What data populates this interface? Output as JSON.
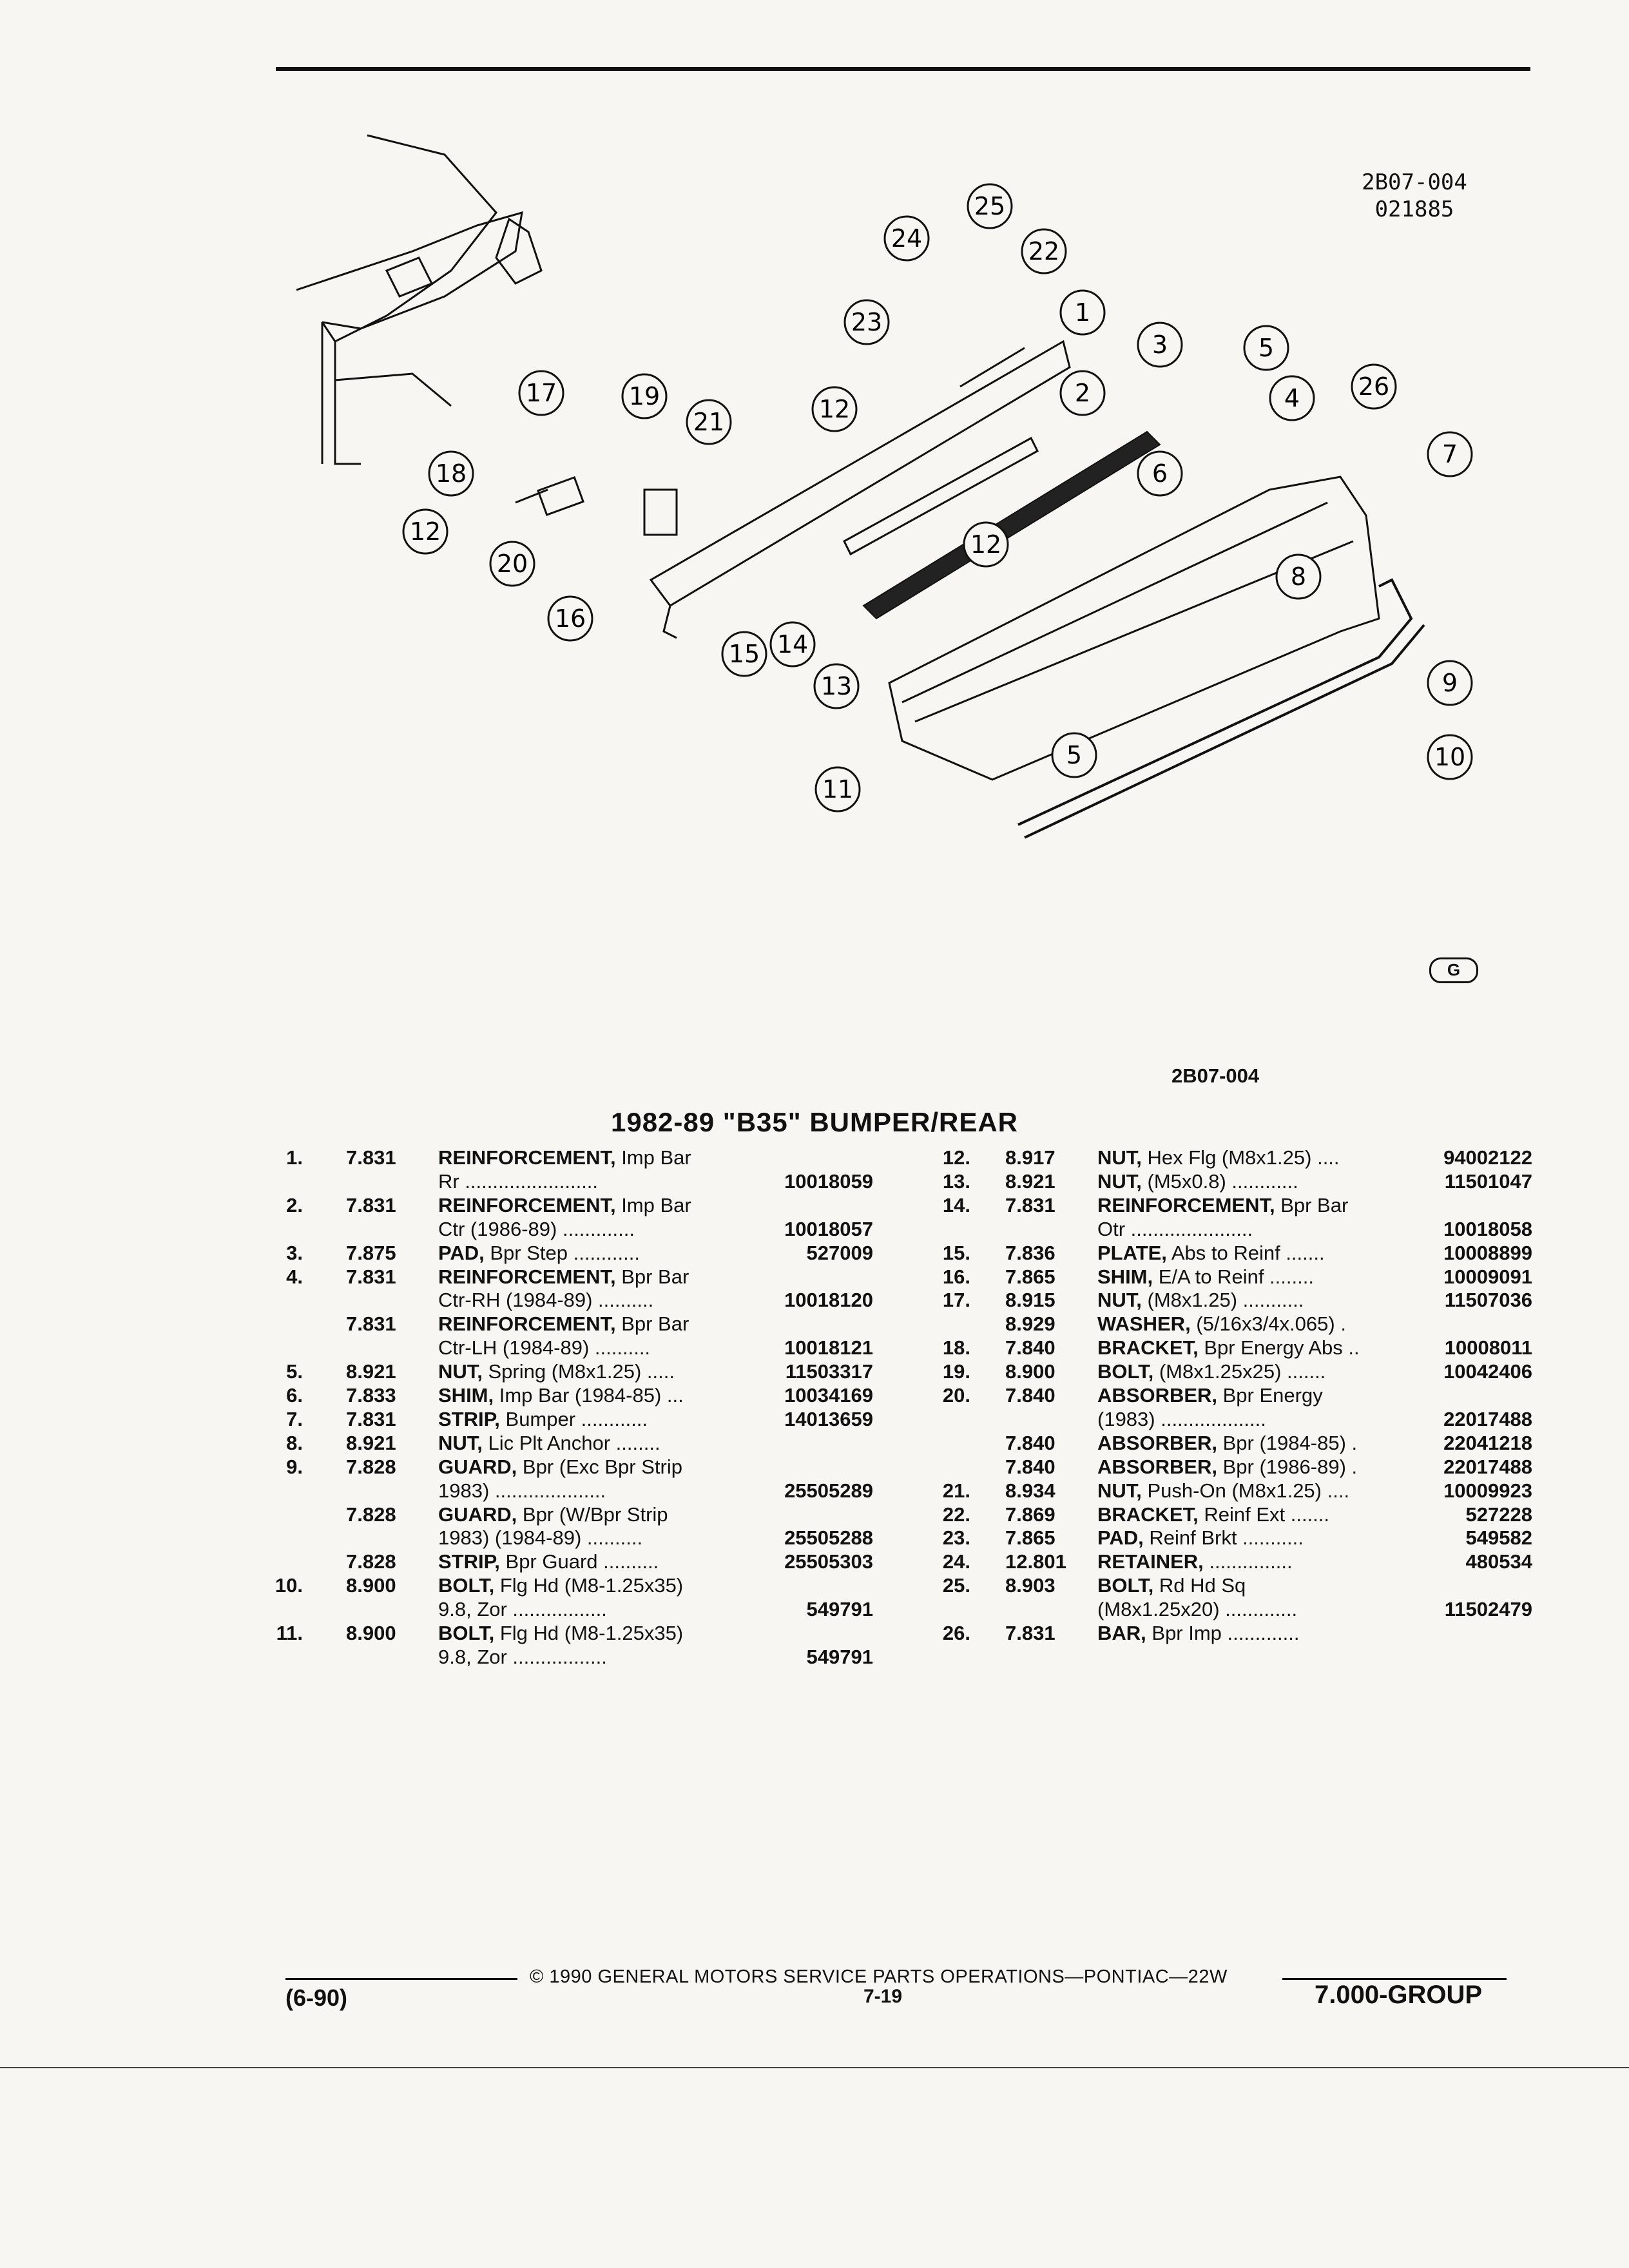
{
  "diagram_ref": {
    "line1": "2B07-004",
    "line2": "021885"
  },
  "figure_code": "2B07-004",
  "logo": "G",
  "title": "1982-89 \"B35\" BUMPER/REAR",
  "callouts": [
    "1",
    "2",
    "3",
    "4",
    "5",
    "6",
    "7",
    "8",
    "9",
    "10",
    "11",
    "12",
    "13",
    "14",
    "15",
    "16",
    "17",
    "18",
    "19",
    "20",
    "21",
    "22",
    "23",
    "24",
    "25",
    "26"
  ],
  "parts_left": [
    {
      "num": "1.",
      "cat": "7.831",
      "name": "REINFORCEMENT,",
      "desc": " Imp Bar",
      "pn": ""
    },
    {
      "num": "",
      "cat": "",
      "name": "",
      "desc": "Rr ........................",
      "pn": "10018059"
    },
    {
      "num": "2.",
      "cat": "7.831",
      "name": "REINFORCEMENT,",
      "desc": " Imp Bar",
      "pn": ""
    },
    {
      "num": "",
      "cat": "",
      "name": "",
      "desc": "Ctr (1986-89) .............",
      "pn": "10018057"
    },
    {
      "num": "3.",
      "cat": "7.875",
      "name": "PAD,",
      "desc": " Bpr Step ............",
      "pn": "527009"
    },
    {
      "num": "4.",
      "cat": "7.831",
      "name": "REINFORCEMENT,",
      "desc": " Bpr Bar",
      "pn": ""
    },
    {
      "num": "",
      "cat": "",
      "name": "",
      "desc": "Ctr-RH (1984-89) ..........",
      "pn": "10018120"
    },
    {
      "num": "",
      "cat": "7.831",
      "name": "REINFORCEMENT,",
      "desc": " Bpr Bar",
      "pn": ""
    },
    {
      "num": "",
      "cat": "",
      "name": "",
      "desc": "Ctr-LH (1984-89) ..........",
      "pn": "10018121"
    },
    {
      "num": "5.",
      "cat": "8.921",
      "name": "NUT,",
      "desc": " Spring (M8x1.25) .....",
      "pn": "11503317"
    },
    {
      "num": "6.",
      "cat": "7.833",
      "name": "SHIM,",
      "desc": " Imp Bar (1984-85) ...",
      "pn": "10034169"
    },
    {
      "num": "7.",
      "cat": "7.831",
      "name": "STRIP,",
      "desc": " Bumper ............",
      "pn": "14013659"
    },
    {
      "num": "8.",
      "cat": "8.921",
      "name": "NUT,",
      "desc": " Lic Plt Anchor ........",
      "pn": ""
    },
    {
      "num": "9.",
      "cat": "7.828",
      "name": "GUARD,",
      "desc": " Bpr (Exc Bpr Strip",
      "pn": ""
    },
    {
      "num": "",
      "cat": "",
      "name": "",
      "desc": "1983) ....................",
      "pn": "25505289"
    },
    {
      "num": "",
      "cat": "7.828",
      "name": "GUARD,",
      "desc": " Bpr (W/Bpr Strip",
      "pn": ""
    },
    {
      "num": "",
      "cat": "",
      "name": "",
      "desc": "1983) (1984-89) ..........",
      "pn": "25505288"
    },
    {
      "num": "",
      "cat": "7.828",
      "name": "STRIP,",
      "desc": " Bpr Guard ..........",
      "pn": "25505303"
    },
    {
      "num": "10.",
      "cat": "8.900",
      "name": "BOLT,",
      "desc": " Flg Hd (M8-1.25x35)",
      "pn": ""
    },
    {
      "num": "",
      "cat": "",
      "name": "",
      "desc": "9.8, Zor .................",
      "pn": "549791"
    },
    {
      "num": "11.",
      "cat": "8.900",
      "name": "BOLT,",
      "desc": " Flg Hd (M8-1.25x35)",
      "pn": ""
    },
    {
      "num": "",
      "cat": "",
      "name": "",
      "desc": "9.8, Zor .................",
      "pn": "549791"
    }
  ],
  "parts_right": [
    {
      "num": "12.",
      "cat": "8.917",
      "name": "NUT,",
      "desc": " Hex Flg (M8x1.25) ....",
      "pn": "94002122"
    },
    {
      "num": "13.",
      "cat": "8.921",
      "name": "NUT,",
      "desc": " (M5x0.8) ............",
      "pn": "11501047"
    },
    {
      "num": "14.",
      "cat": "7.831",
      "name": "REINFORCEMENT,",
      "desc": " Bpr Bar",
      "pn": ""
    },
    {
      "num": "",
      "cat": "",
      "name": "",
      "desc": "Otr ......................",
      "pn": "10018058"
    },
    {
      "num": "15.",
      "cat": "7.836",
      "name": "PLATE,",
      "desc": " Abs to Reinf .......",
      "pn": "10008899"
    },
    {
      "num": "16.",
      "cat": "7.865",
      "name": "SHIM,",
      "desc": " E/A to Reinf ........",
      "pn": "10009091"
    },
    {
      "num": "17.",
      "cat": "8.915",
      "name": "NUT,",
      "desc": " (M8x1.25) ...........",
      "pn": "11507036"
    },
    {
      "num": "",
      "cat": "8.929",
      "name": "WASHER,",
      "desc": " (5/16x3/4x.065) .",
      "pn": ""
    },
    {
      "num": "18.",
      "cat": "7.840",
      "name": "BRACKET,",
      "desc": " Bpr Energy Abs ..",
      "pn": "10008011"
    },
    {
      "num": "19.",
      "cat": "8.900",
      "name": "BOLT,",
      "desc": " (M8x1.25x25) .......",
      "pn": "10042406"
    },
    {
      "num": "20.",
      "cat": "7.840",
      "name": "ABSORBER,",
      "desc": " Bpr Energy",
      "pn": ""
    },
    {
      "num": "",
      "cat": "",
      "name": "",
      "desc": "(1983) ...................",
      "pn": "22017488"
    },
    {
      "num": "",
      "cat": "7.840",
      "name": "ABSORBER,",
      "desc": " Bpr (1984-85) .",
      "pn": "22041218"
    },
    {
      "num": "",
      "cat": "7.840",
      "name": "ABSORBER,",
      "desc": " Bpr (1986-89) .",
      "pn": "22017488"
    },
    {
      "num": "21.",
      "cat": "8.934",
      "name": "NUT,",
      "desc": " Push-On (M8x1.25) ....",
      "pn": "10009923"
    },
    {
      "num": "22.",
      "cat": "7.869",
      "name": "BRACKET,",
      "desc": " Reinf Ext .......",
      "pn": "527228"
    },
    {
      "num": "23.",
      "cat": "7.865",
      "name": "PAD,",
      "desc": " Reinf Brkt ...........",
      "pn": "549582"
    },
    {
      "num": "24.",
      "cat": "12.801",
      "name": "RETAINER,",
      "desc": " ...............",
      "pn": "480534"
    },
    {
      "num": "25.",
      "cat": "8.903",
      "name": "BOLT,",
      "desc": " Rd Hd Sq",
      "pn": ""
    },
    {
      "num": "",
      "cat": "",
      "name": "",
      "desc": "(M8x1.25x20) .............",
      "pn": "11502479"
    },
    {
      "num": "26.",
      "cat": "7.831",
      "name": "BAR,",
      "desc": " Bpr Imp .............",
      "pn": ""
    }
  ],
  "footer": {
    "copyright": "© 1990 GENERAL MOTORS SERVICE PARTS OPERATIONS—PONTIAC—22W",
    "date": "(6-90)",
    "page": "7-19",
    "group": "7.000-GROUP"
  }
}
